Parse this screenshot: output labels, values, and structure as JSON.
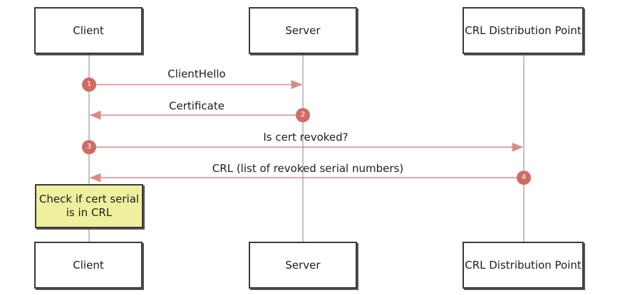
{
  "participants": {
    "client": "Client",
    "server": "Server",
    "crl": "CRL Distribution Point"
  },
  "messages": [
    {
      "step": "1",
      "label": "ClientHello"
    },
    {
      "step": "2",
      "label": "Certificate"
    },
    {
      "step": "3",
      "label": "Is cert revoked?"
    },
    {
      "step": "4",
      "label": "CRL (list of revoked serial numbers)"
    }
  ],
  "note": {
    "line1": "Check if cert serial",
    "line2": "is in CRL"
  },
  "colors": {
    "arrow": "#d98c86",
    "badge": "#d16b64",
    "lifeline": "#9a9a9a",
    "note_fill": "#eef09e"
  }
}
